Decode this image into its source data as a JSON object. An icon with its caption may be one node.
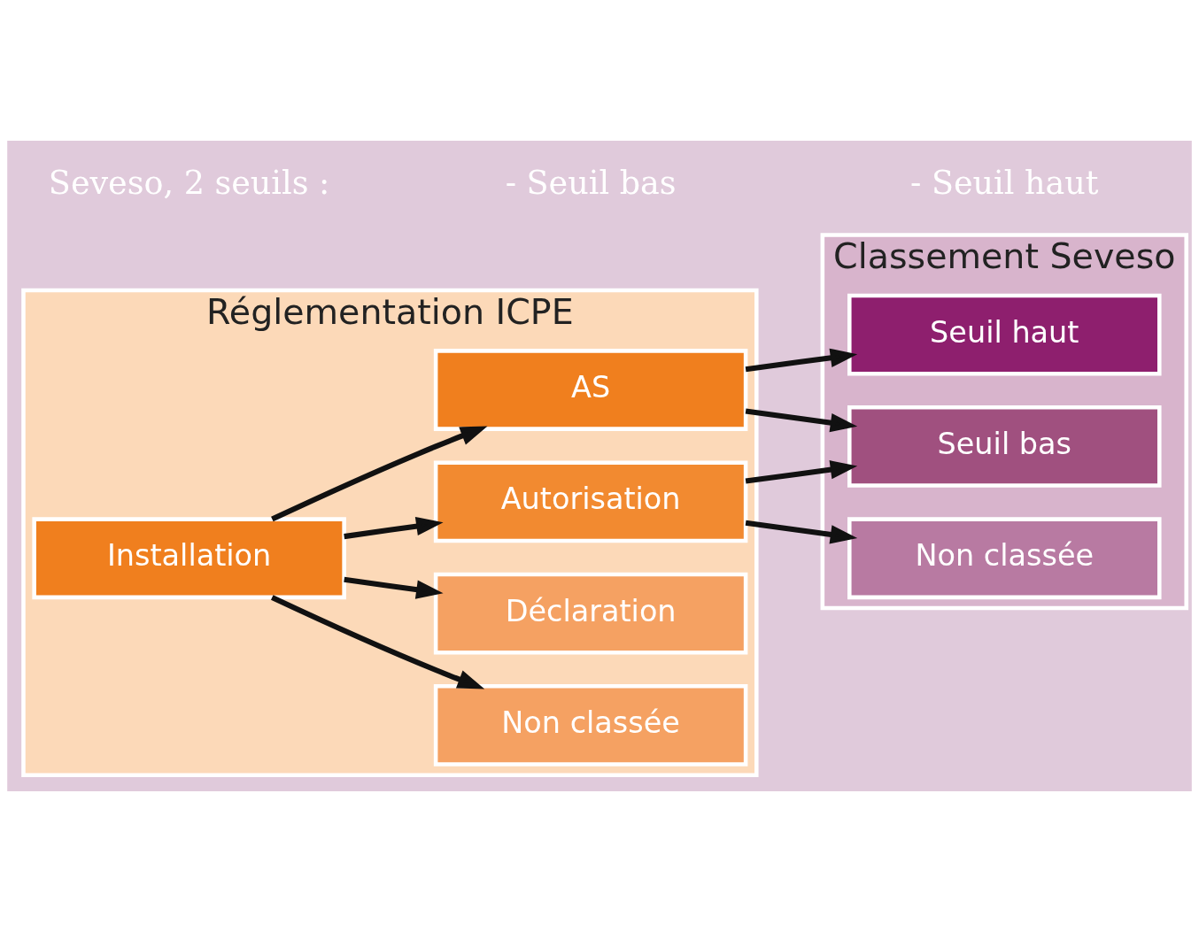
{
  "diagram": {
    "nodes": [
      {
        "text": [
          "Réglementation ICPE"
        ]
      },
      {
        "text": [
          "Installation"
        ],
        "in": 0
      },
      {
        "text": [
          "Non classée"
        ],
        "in": 0
      },
      {
        "text": [
          "Déclaration"
        ],
        "in": 0
      },
      {
        "text": [
          "Autorisation"
        ],
        "in": 0
      },
      {
        "text": [
          "AS"
        ],
        "in": 0
      },
      {
        "text": [
          "Classement Seveso"
        ]
      },
      {
        "text": [
          "Non classée"
        ],
        "in": 6
      },
      {
        "text": [
          "Seuil bas"
        ],
        "in": 6
      },
      {
        "text": [
          "Seuil haut"
        ],
        "in": 6
      }
    ],
    "edges": [
      {
        "from": 1,
        "to": 2,
        "arrow": "to"
      },
      {
        "from": 1,
        "to": 3,
        "arrow": "to"
      },
      {
        "from": 1,
        "to": 4,
        "arrow": "to"
      },
      {
        "from": 1,
        "to": 5,
        "arrow": "to"
      },
      {
        "from": 4,
        "to": 7,
        "arrow": "to"
      },
      {
        "from": 4,
        "to": 8,
        "arrow": "to"
      },
      {
        "from": 5,
        "to": 8,
        "arrow": "to"
      },
      {
        "from": 5,
        "to": 9,
        "arrow": "to"
      }
    ],
    "labels": [
      "Seveso, 2 seuils :",
      "- Seuil bas",
      "- Seuil haut"
    ]
  }
}
